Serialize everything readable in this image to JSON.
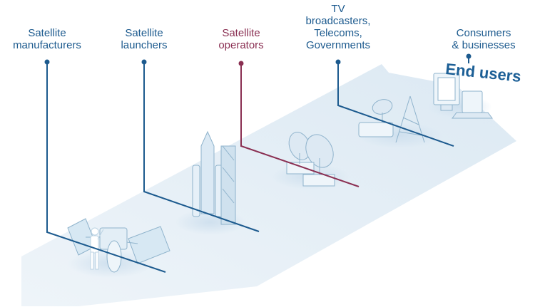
{
  "stages": [
    {
      "id": "manufacturers",
      "lines": [
        "Satellite",
        "manufacturers"
      ]
    },
    {
      "id": "launchers",
      "lines": [
        "Satellite",
        "launchers"
      ]
    },
    {
      "id": "operators",
      "lines": [
        "Satellite",
        "operators"
      ]
    },
    {
      "id": "broadcasters",
      "lines": [
        "TV",
        "broadcasters,",
        "Telecoms,",
        "Governments"
      ]
    },
    {
      "id": "consumers",
      "lines": [
        "Consumers",
        "& businesses"
      ]
    }
  ],
  "end_users_label": "End users",
  "colors": {
    "leader_blue": "#1c5a8e",
    "leader_operator": "#8a2f52",
    "path_fill": "#eaf2f8",
    "illustration_fill": "#d7e8f3",
    "illustration_stroke": "#8fb3cc"
  }
}
